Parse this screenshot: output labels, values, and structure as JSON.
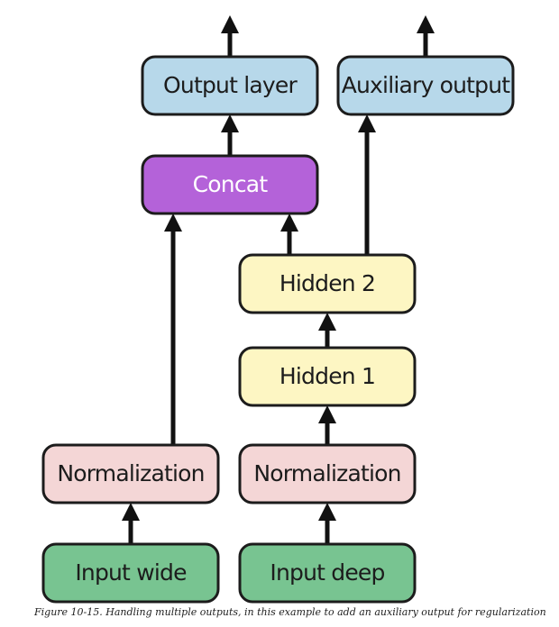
{
  "nodes": [
    {
      "id": "output-layer",
      "label": "Output layer",
      "fill": "#b7d8ea"
    },
    {
      "id": "auxiliary-output",
      "label": "Auxiliary output",
      "fill": "#b7d8ea"
    },
    {
      "id": "concat",
      "label": "Concat",
      "fill": "#b462d9"
    },
    {
      "id": "hidden-2",
      "label": "Hidden 2",
      "fill": "#fdf6c3"
    },
    {
      "id": "hidden-1",
      "label": "Hidden 1",
      "fill": "#fdf6c3"
    },
    {
      "id": "normalization-wide",
      "label": "Normalization",
      "fill": "#f4d6d6"
    },
    {
      "id": "normalization-deep",
      "label": "Normalization",
      "fill": "#f4d6d6"
    },
    {
      "id": "input-wide",
      "label": "Input wide",
      "fill": "#78c491"
    },
    {
      "id": "input-deep",
      "label": "Input deep",
      "fill": "#78c491"
    }
  ],
  "edges": [
    {
      "from": "input-wide",
      "to": "normalization-wide"
    },
    {
      "from": "normalization-wide",
      "to": "concat"
    },
    {
      "from": "input-deep",
      "to": "normalization-deep"
    },
    {
      "from": "normalization-deep",
      "to": "hidden-1"
    },
    {
      "from": "hidden-1",
      "to": "hidden-2"
    },
    {
      "from": "hidden-2",
      "to": "concat"
    },
    {
      "from": "hidden-2",
      "to": "auxiliary-output"
    },
    {
      "from": "concat",
      "to": "output-layer"
    },
    {
      "from": "output-layer",
      "to": ""
    },
    {
      "from": "auxiliary-output",
      "to": ""
    }
  ],
  "caption": "Figure 10-15. Handling multiple outputs, in this example to add an auxiliary output for regularization"
}
